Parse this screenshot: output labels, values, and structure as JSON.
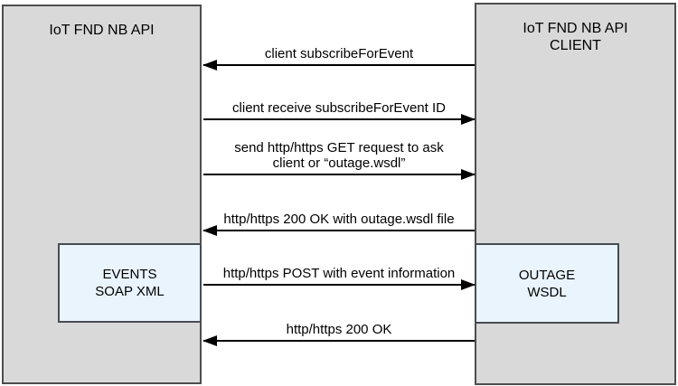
{
  "diagram": {
    "left_actor": {
      "title": "IoT FND NB API"
    },
    "right_actor": {
      "title_line1": "IoT FND NB API",
      "title_line2": "CLIENT"
    },
    "left_artifact": {
      "line1": "EVENTS",
      "line2": "SOAP XML"
    },
    "right_artifact": {
      "line1": "OUTAGE",
      "line2": "WSDL"
    },
    "messages": [
      {
        "direction": "left",
        "lines": [
          "client subscribeForEvent"
        ]
      },
      {
        "direction": "right",
        "lines": [
          "client receive subscribeForEvent ID"
        ]
      },
      {
        "direction": "right",
        "lines": [
          "send http/https GET request to ask",
          "client or “outage.wsdl”"
        ]
      },
      {
        "direction": "left",
        "lines": [
          "http/https 200 OK with outage.wsdl file"
        ]
      },
      {
        "direction": "right",
        "lines": [
          "http/https POST with event information"
        ]
      },
      {
        "direction": "left",
        "lines": [
          "http/https 200 OK"
        ]
      }
    ],
    "colors": {
      "actor_fill": "#d9d9d9",
      "actor_border": "#4d4d4d",
      "artifact_fill": "#e9f4fd",
      "artifact_border": "#474c54",
      "arrow": "#000000",
      "background": "#ffffff"
    }
  }
}
